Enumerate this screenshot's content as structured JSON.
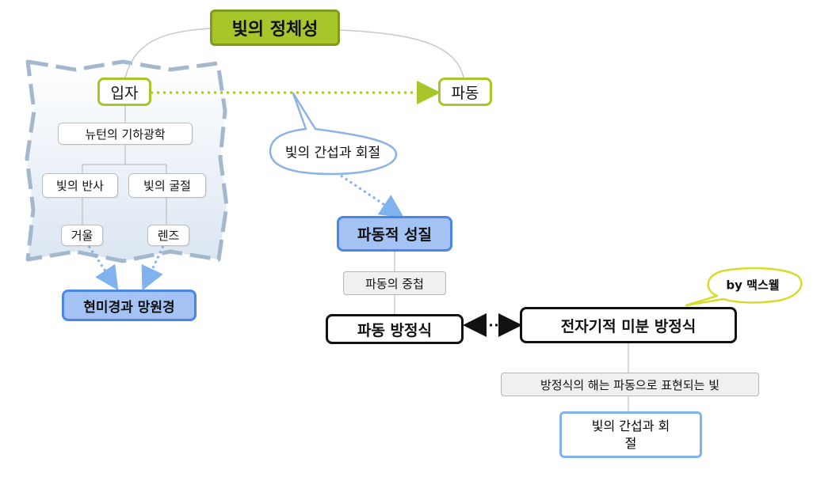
{
  "root": {
    "label": "빛의 정체성"
  },
  "particle": {
    "label": "입자",
    "child": "뉴턴의 기하광학",
    "reflection": "빛의 반사",
    "refraction": "빛의 굴절",
    "mirror": "거울",
    "lens": "렌즈"
  },
  "microscope": {
    "label": "현미경과 망원경"
  },
  "wave": {
    "label": "파동"
  },
  "callout_interference": {
    "label": "빛의 간섭과 회절"
  },
  "wave_nature": {
    "label": "파동적 성질"
  },
  "superposition": {
    "label": "파동의 중첩"
  },
  "wave_equation": {
    "label": "파동 방정식"
  },
  "em_equation": {
    "label": "전자기적 미분 방정식"
  },
  "callout_maxwell": {
    "label": "by 맥스웰"
  },
  "solution": {
    "label": "방정식의 해는 파동으로 표현되는 빛"
  },
  "interference_box": {
    "line1": "빛의 간섭과 회",
    "line2": "절"
  },
  "colors": {
    "root_fill": "#a6c629",
    "green_border": "#a6c629",
    "blue_fill": "#a4c2f4",
    "blue_border": "#4a86e8",
    "boundary_fill": "#e6eef7",
    "boundary_stroke": "#a3b8cf",
    "yellow_callout_border": "#d7dc2a",
    "callout_border": "#8db3e2"
  }
}
